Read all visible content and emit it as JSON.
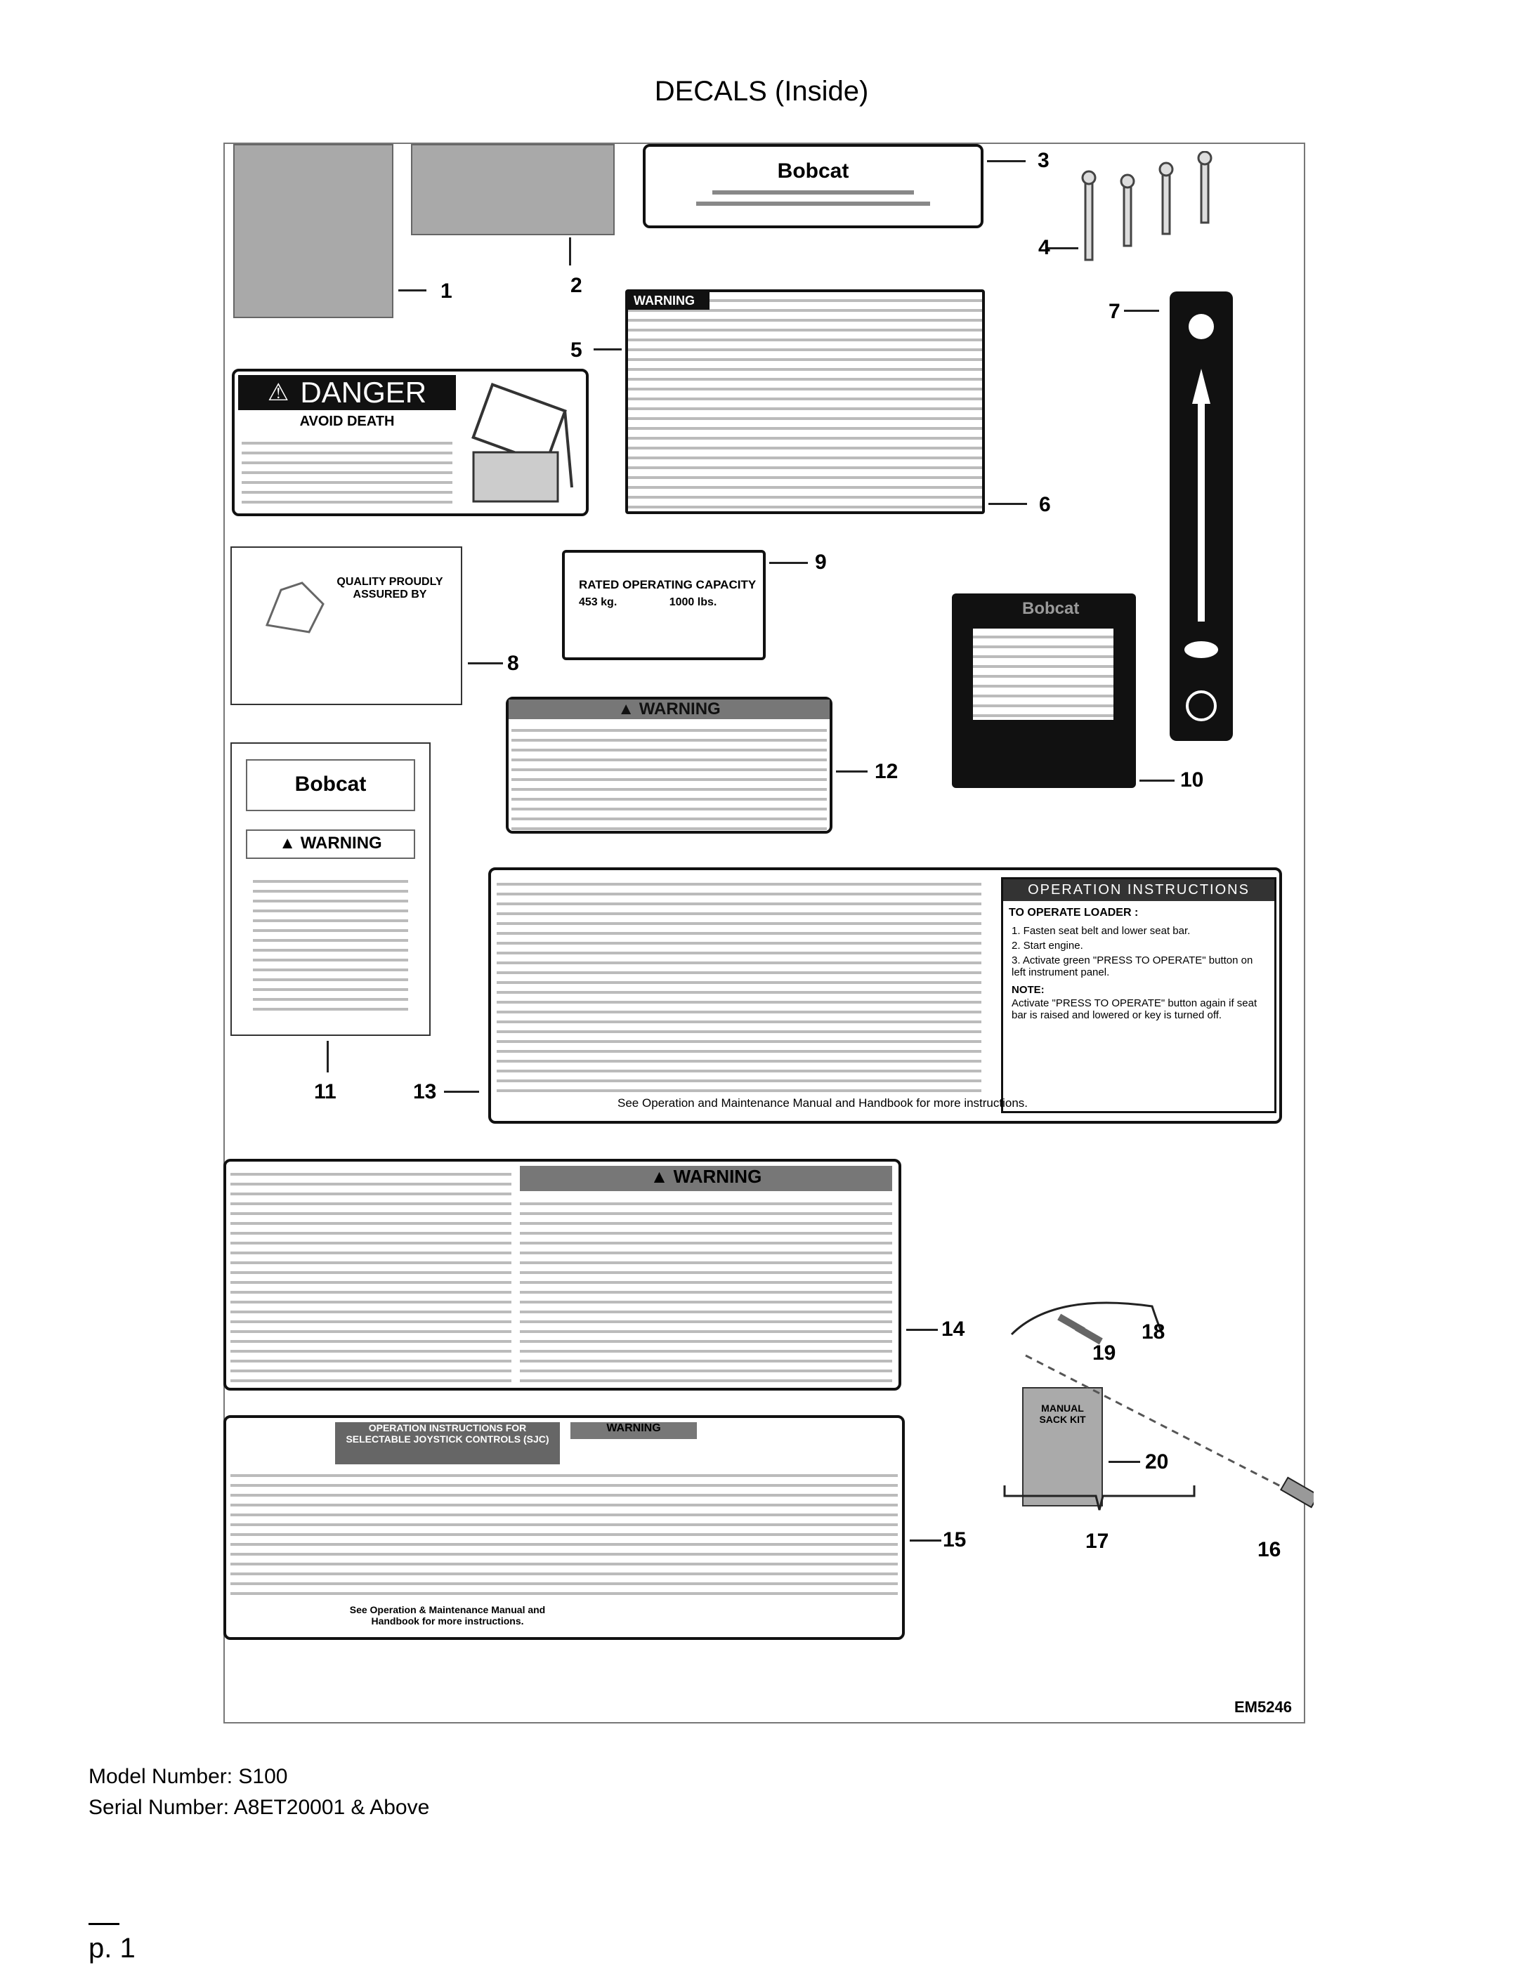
{
  "title": "DECALS (Inside)",
  "figure_id": "EM5246",
  "callouts": [
    "1",
    "2",
    "3",
    "4",
    "5",
    "6",
    "7",
    "8",
    "9",
    "10",
    "11",
    "12",
    "13",
    "14",
    "15",
    "16",
    "17",
    "18",
    "19",
    "20"
  ],
  "decal_text": {
    "danger": "DANGER",
    "avoid_death": "AVOID DEATH",
    "warning": "WARNING",
    "bobcat": "Bobcat",
    "rated_capacity": "RATED OPERATING CAPACITY",
    "capacity_kg": "453 kg.",
    "capacity_lbs": "1000 lbs.",
    "quality": "QUALITY PROUDLY ASSURED BY",
    "op_instructions": "OPERATION INSTRUCTIONS",
    "to_operate": "TO OPERATE LOADER :",
    "step1": "1.  Fasten seat belt and lower seat bar.",
    "step2": "2.  Start engine.",
    "step3": "3.  Activate green \"PRESS TO OPERATE\" button on left instrument panel.",
    "note": "NOTE:",
    "note_text": "Activate \"PRESS TO OPERATE\" button again if seat bar is raised and lowered or key is turned off.",
    "see_manual": "See Operation and Maintenance Manual and Handbook for more instructions.",
    "sjc_title": "OPERATION INSTRUCTIONS FOR SELECTABLE JOYSTICK CONTROLS (SJC)",
    "sjc_manual": "See Operation & Maintenance Manual and Handbook for more instructions.",
    "manual_cover": "MANUAL SACK KIT"
  },
  "footer": {
    "model": "Model Number: S100",
    "serial": "Serial Number: A8ET20001 & Above",
    "page": "p. 1"
  }
}
